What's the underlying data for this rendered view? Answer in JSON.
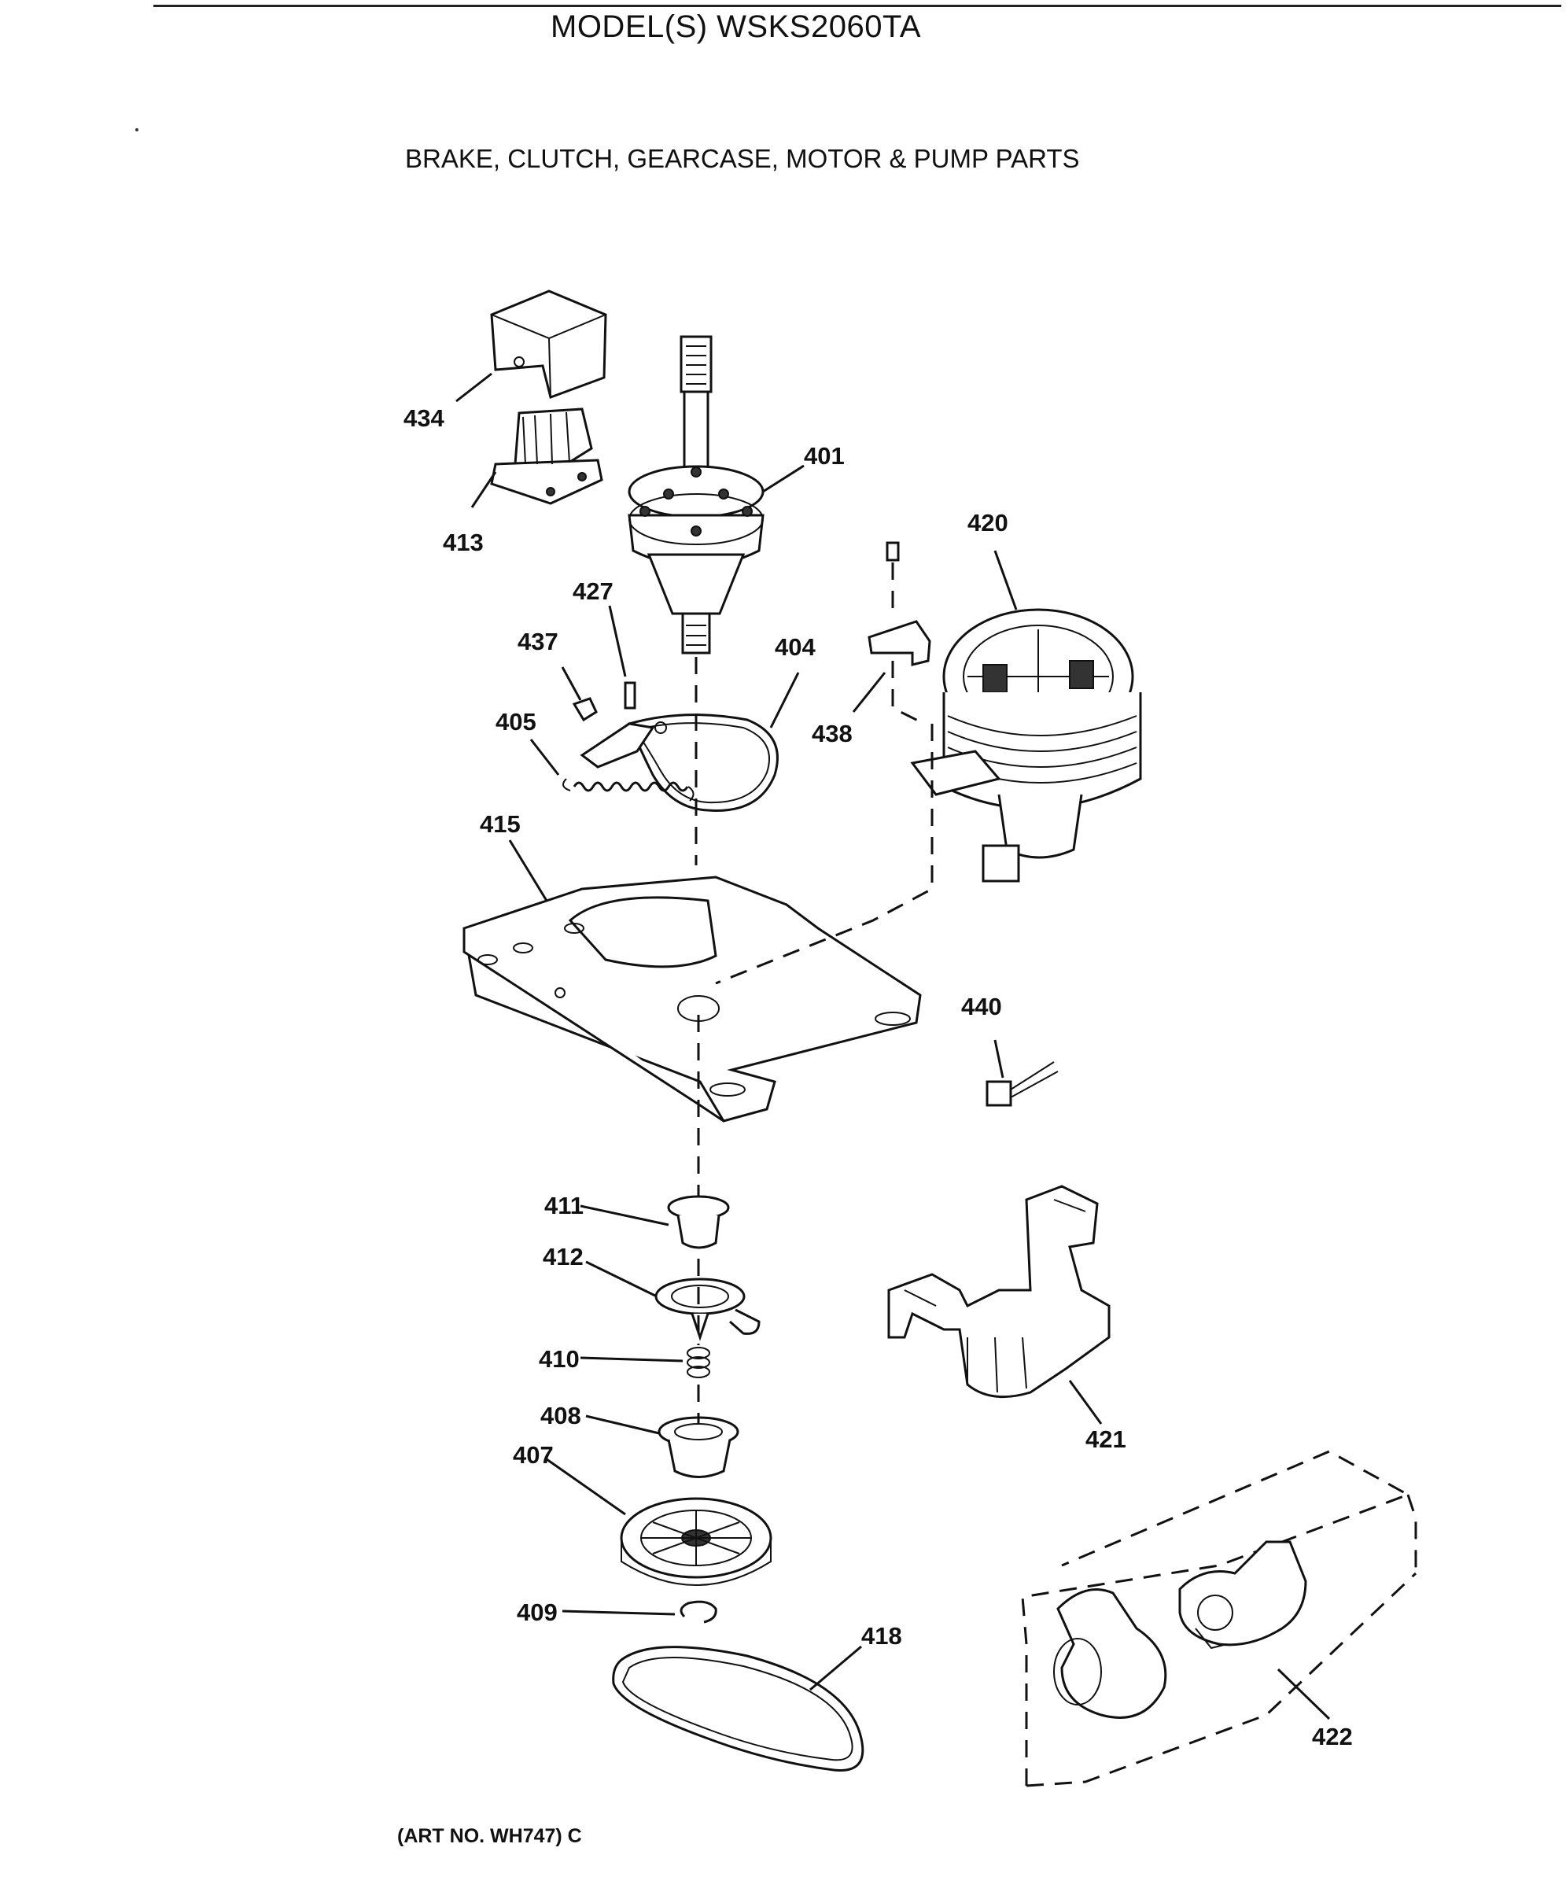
{
  "header": {
    "model": "MODEL(S) WSKS2060TA",
    "title": "BRAKE, CLUTCH, GEARCASE, MOTOR & PUMP PARTS"
  },
  "footer": {
    "art_no": "(ART NO. WH747) C"
  },
  "callouts": {
    "p401": "401",
    "p404": "404",
    "p405": "405",
    "p407": "407",
    "p408": "408",
    "p409": "409",
    "p410": "410",
    "p411": "411",
    "p412": "412",
    "p413": "413",
    "p415": "415",
    "p418": "418",
    "p420": "420",
    "p421": "421",
    "p422": "422",
    "p427": "427",
    "p434": "434",
    "p437": "437",
    "p438": "438",
    "p440": "440"
  }
}
